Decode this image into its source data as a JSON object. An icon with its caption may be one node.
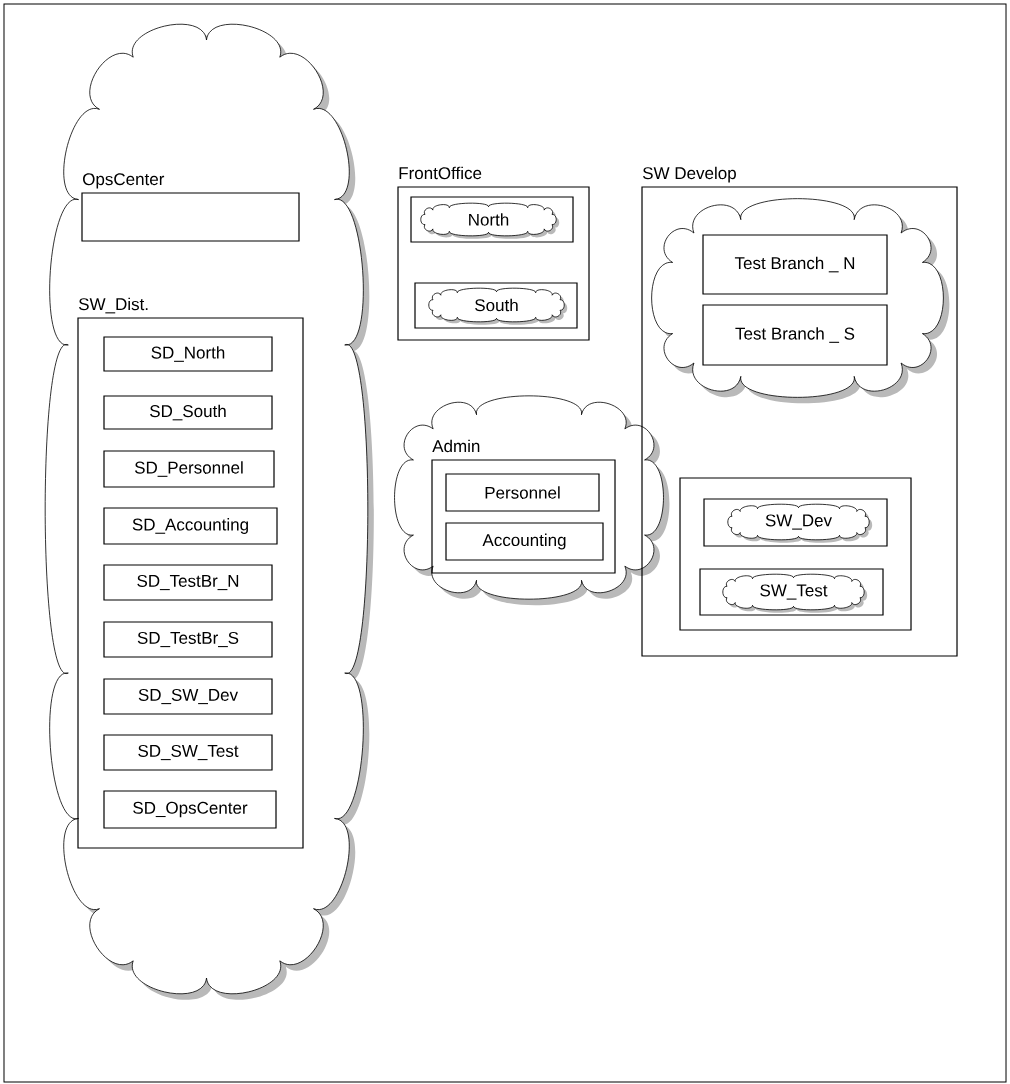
{
  "diagram": {
    "nodes": [
      {
        "text": [],
        "shape": "cloud"
      },
      {
        "text": [
          "OpsCenter"
        ],
        "in": 0
      },
      {
        "text": [
          "SW_Dist."
        ],
        "in": 0
      },
      {
        "text": [
          "SD_North"
        ],
        "in": 2
      },
      {
        "text": [
          "SD_South"
        ],
        "in": 2
      },
      {
        "text": [
          "SD_Personnel"
        ],
        "in": 2
      },
      {
        "text": [
          "SD_Accounting"
        ],
        "in": 2
      },
      {
        "text": [
          "SD_TestBr_N"
        ],
        "in": 2
      },
      {
        "text": [
          "SD_TestBr_S"
        ],
        "in": 2
      },
      {
        "text": [
          "SD_SW_Dev"
        ],
        "in": 2
      },
      {
        "text": [
          "SD_SW_Test"
        ],
        "in": 2
      },
      {
        "text": [
          "SD_OpsCenter"
        ],
        "in": 2
      },
      {
        "text": [
          "FrontOffice"
        ]
      },
      {
        "text": [],
        "shape": "box",
        "in": 12
      },
      {
        "text": [
          "North"
        ],
        "in": 13
      },
      {
        "text": [],
        "shape": "box",
        "in": 12
      },
      {
        "text": [
          "South"
        ],
        "in": 15
      },
      {
        "text": [],
        "shape": "cloud"
      },
      {
        "text": [
          "Admin"
        ],
        "in": 17
      },
      {
        "text": [
          "Personnel"
        ],
        "in": 18
      },
      {
        "text": [
          "Accounting"
        ],
        "in": 18
      },
      {
        "text": [
          "SW Develop"
        ]
      },
      {
        "text": [],
        "shape": "cloud",
        "in": 21
      },
      {
        "text": [
          "Test Branch _ N"
        ],
        "in": 22
      },
      {
        "text": [
          "Test Branch _ S"
        ],
        "in": 22
      },
      {
        "text": [],
        "shape": "box",
        "in": 21
      },
      {
        "text": [],
        "shape": "box",
        "in": 25
      },
      {
        "text": [
          "SW_Dev"
        ],
        "in": 26
      },
      {
        "text": [],
        "shape": "box",
        "in": 25
      },
      {
        "text": [
          "SW_Test"
        ],
        "in": 28
      }
    ]
  }
}
